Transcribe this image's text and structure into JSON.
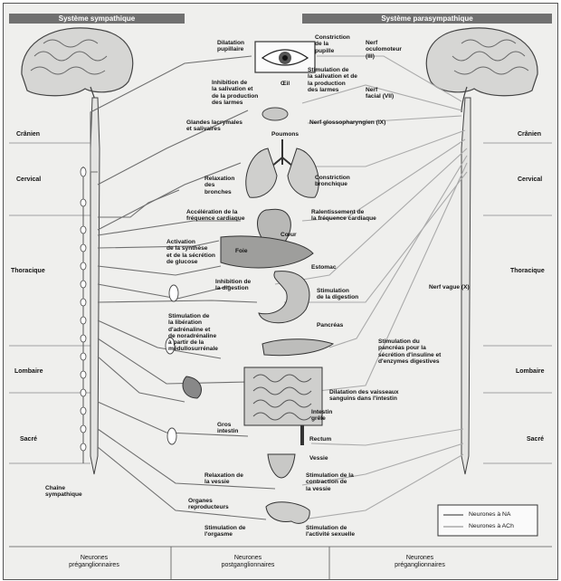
{
  "headers": {
    "left": "Système sympathique",
    "right": "Système parasympathique"
  },
  "regions": [
    "Crânien",
    "Cervical",
    "Thoracique",
    "Lombaire",
    "Sacré"
  ],
  "labels": {
    "dilatation_pupillaire": "Dilatation\npupillaire",
    "constriction_pupille": "Constriction\nde la\npupille",
    "nerf_oculomoteur": "Nerf\noculomoteur\n(III)",
    "oeil": "Œil",
    "inhibition_salivation": "Inhibition de\nla salivation et\nde la production\ndes larmes",
    "stimulation_salivation": "Stimulation de\nla salivation et de\nla production\ndes larmes",
    "nerf_facial": "Nerf\nfacial (VII)",
    "glandes": "Glandes lacrymales\net salivaires",
    "nerf_glosso": "Nerf glossopharyngien (IX)",
    "poumons": "Poumons",
    "relaxation_bronches": "Relaxation\ndes\nbronches",
    "constriction_bronchique": "Constriction\nbronchique",
    "acceleration": "Accélération de la\nfréquence cardiaque",
    "ralentissement": "Ralentissement de\nla fréquence cardiaque",
    "coeur": "Cœur",
    "activation_synthese": "Activation\nde la synthèse\net de la sécrétion\nde glucose",
    "foie": "Foie",
    "estomac": "Estomac",
    "inhibition_digestion": "Inhibition de\nla digestion",
    "stimulation_digestion": "Stimulation\nde la digestion",
    "nerf_vague": "Nerf vague (X)",
    "stimulation_liberation": "Stimulation de\nla libération\nd'adrénaline et\nde noradrénaline\nà partir de la\nmédullosurrénale",
    "pancreas": "Pancréas",
    "stimulation_pancreas": "Stimulation du\npancréas pour la\nsécrétion d'insuline et\nd'enzymes digestives",
    "dilatation_vaisseaux": "Dilatation des vaisseaux\nsanguins dans l'intestin",
    "intestin_grele": "Intestin\ngrêle",
    "gros_intestin": "Gros\nintestin",
    "rectum": "Rectum",
    "vessie": "Vessie",
    "chaine": "Chaîne\nsympathique",
    "relaxation_vessie": "Relaxation de\nla vessie",
    "contraction_vessie": "Stimulation de la\ncontraction de\nla vessie",
    "organes": "Organes\nreproducteurs",
    "orgasme": "Stimulation de\nl'orgasme",
    "activite_sexuelle": "Stimulation de\nl'activité sexuelle"
  },
  "legend": {
    "na": "Neurones à NA",
    "ach": "Neurones à ACh"
  },
  "bottom": {
    "left": "Neurones\npréganglionnaires",
    "middle": "Neurones\npostganglionnaires",
    "right": "Neurones\npréganglionnaires"
  },
  "colors": {
    "header": "#707070",
    "background": "#efefed",
    "na_line": "#6f6f6f",
    "ach_line": "#b7b7b7"
  }
}
